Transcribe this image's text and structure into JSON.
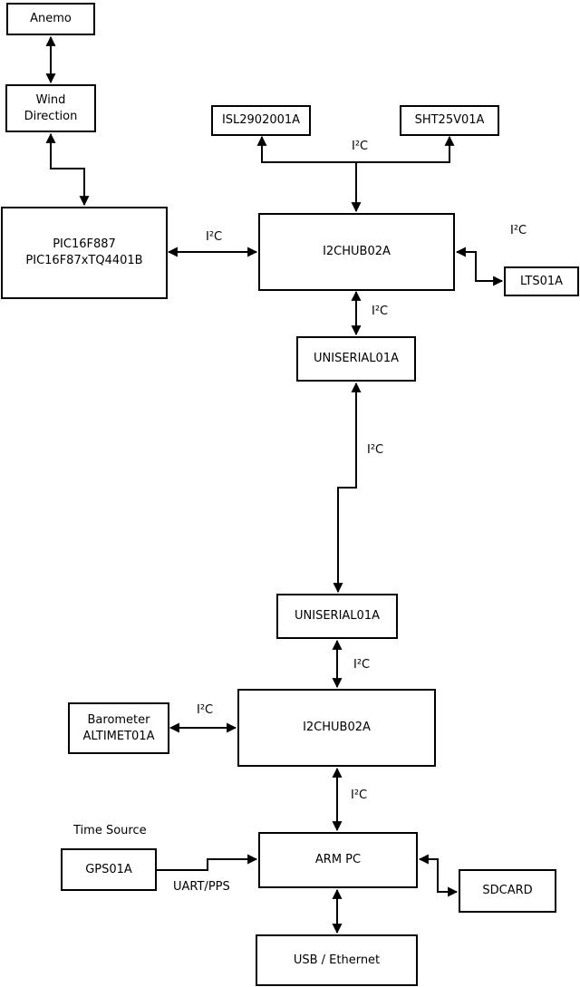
{
  "nodes": {
    "anemo": {
      "label": "Anemo"
    },
    "wind_direction": {
      "line1": "Wind",
      "line2": "Direction"
    },
    "pic": {
      "line1": "PIC16F887",
      "line2": "PIC16F87xTQ4401B"
    },
    "isl": {
      "label": "ISL2902001A"
    },
    "sht": {
      "label": "SHT25V01A"
    },
    "hub1": {
      "label": "I2CHUB02A"
    },
    "lts": {
      "label": "LTS01A"
    },
    "uniserial1": {
      "label": "UNISERIAL01A"
    },
    "uniserial2": {
      "label": "UNISERIAL01A"
    },
    "hub2": {
      "label": "I2CHUB02A"
    },
    "barometer": {
      "line1": "Barometer",
      "line2": "ALTIMET01A"
    },
    "arm": {
      "label": "ARM PC"
    },
    "gps": {
      "label": "GPS01A"
    },
    "sdcard": {
      "label": "SDCARD"
    },
    "usb": {
      "label": "USB / Ethernet"
    }
  },
  "labels": {
    "i2c": "I²C",
    "time_source": "Time Source",
    "uart_pps": "UART/PPS"
  },
  "connections": [
    {
      "from": "Anemo",
      "to": "Wind Direction",
      "bidirectional": true,
      "label": ""
    },
    {
      "from": "Wind Direction",
      "to": "PIC16F887 PIC16F87xTQ4401B",
      "bidirectional": true,
      "label": ""
    },
    {
      "from": "PIC16F887 PIC16F87xTQ4401B",
      "to": "I2CHUB02A (top)",
      "bidirectional": true,
      "label": "I²C"
    },
    {
      "from": "I2CHUB02A (top)",
      "to": "ISL2902001A",
      "bidirectional": false,
      "label": "I²C"
    },
    {
      "from": "I2CHUB02A (top)",
      "to": "SHT25V01A",
      "bidirectional": false,
      "label": "I²C"
    },
    {
      "from": "I2CHUB02A (top)",
      "to": "LTS01A",
      "bidirectional": true,
      "label": "I²C"
    },
    {
      "from": "I2CHUB02A (top)",
      "to": "UNISERIAL01A (upper)",
      "bidirectional": true,
      "label": "I²C"
    },
    {
      "from": "UNISERIAL01A (upper)",
      "to": "UNISERIAL01A (lower)",
      "bidirectional": true,
      "label": "I²C"
    },
    {
      "from": "UNISERIAL01A (lower)",
      "to": "I2CHUB02A (bottom)",
      "bidirectional": true,
      "label": "I²C"
    },
    {
      "from": "Barometer ALTIMET01A",
      "to": "I2CHUB02A (bottom)",
      "bidirectional": true,
      "label": "I²C"
    },
    {
      "from": "I2CHUB02A (bottom)",
      "to": "ARM PC",
      "bidirectional": true,
      "label": "I²C"
    },
    {
      "from": "GPS01A",
      "to": "ARM PC",
      "bidirectional": false,
      "label": "UART/PPS"
    },
    {
      "from": "ARM PC",
      "to": "SDCARD",
      "bidirectional": true,
      "label": ""
    },
    {
      "from": "ARM PC",
      "to": "USB / Ethernet",
      "bidirectional": true,
      "label": ""
    }
  ],
  "colors": {
    "line": "#000000",
    "background": "#ffffff",
    "box_fill": "#ffffff",
    "text": "#000000"
  }
}
